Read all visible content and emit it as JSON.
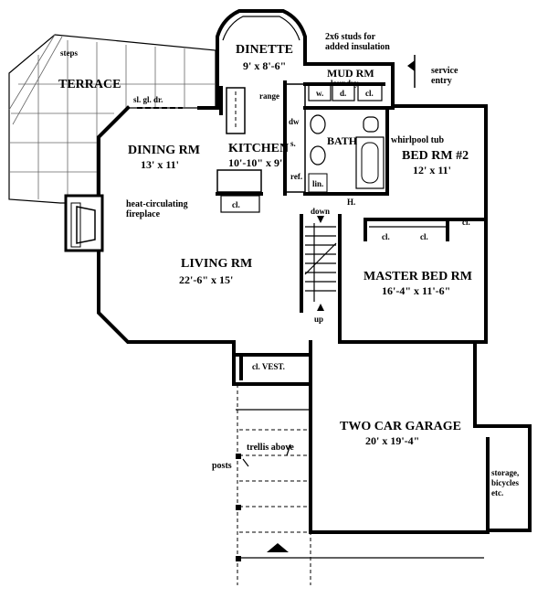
{
  "rooms": {
    "terrace": "TERRACE",
    "dinette": "DINETTE",
    "dinette_dim": "9' x 8'-6\"",
    "mud_rm": "MUD RM",
    "laundry": "laundry",
    "dining": "DINING RM",
    "dining_dim": "13' x 11'",
    "kitchen": "KITCHEN",
    "kitchen_dim": "10'-10\" x 9'",
    "bath": "BATH",
    "bed2": "BED RM #2",
    "bed2_dim": "12' x 11'",
    "living": "LIVING RM",
    "living_dim": "22'-6\" x 15'",
    "master": "MASTER BED RM",
    "master_dim": "16'-4\" x 11'-6\"",
    "garage": "TWO CAR GARAGE",
    "garage_dim": "20' x 19'-4\""
  },
  "notes": {
    "steps": "steps",
    "studs_1": "2x6 studs for",
    "studs_2": "added insulation",
    "service_1": "service",
    "service_2": "entry",
    "sl_gl_dr": "sl. gl. dr.",
    "range": "range",
    "w": "w.",
    "d": "d.",
    "cl": "cl.",
    "dw": "dw",
    "s": "s.",
    "ref": "ref.",
    "lin": "lin.",
    "whirlpool": "whirlpool tub",
    "hall": "H.",
    "fireplace_1": "heat-circulating",
    "fireplace_2": "fireplace",
    "down": "down",
    "up": "up",
    "cl_vest": "cl. VEST.",
    "trellis": "trellis above",
    "posts": "posts",
    "storage_1": "storage,",
    "storage_2": "bicycles",
    "storage_3": "etc."
  },
  "icons": {
    "entry_arrow": "triangle-up-icon",
    "service_arrow": "arrow-left-icon"
  }
}
